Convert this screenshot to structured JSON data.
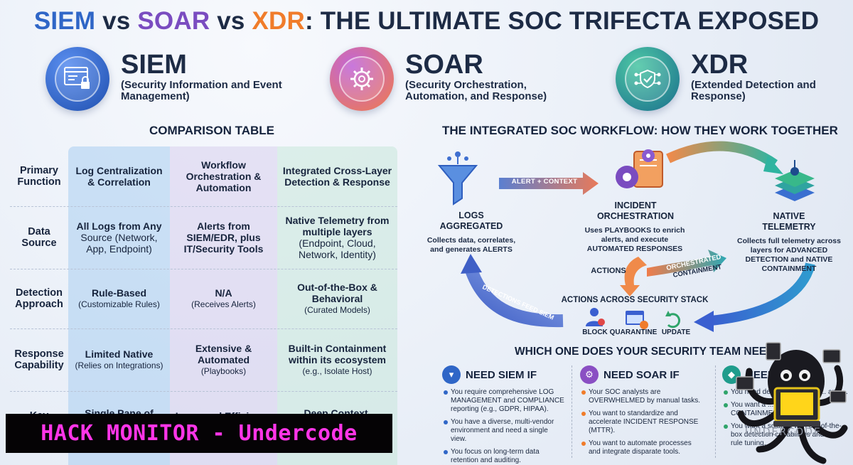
{
  "title": {
    "siem": "SIEM",
    "vs1": " vs ",
    "soar": "SOAR",
    "vs2": " vs ",
    "xdr": "XDR",
    "rest": ": THE ULTIMATE SOC TRIFECTA EXPOSED"
  },
  "tools": [
    {
      "name": "SIEM",
      "sub": "(Security Information and Event Management)",
      "icon": "monitor-lock-icon",
      "color": "#2f66c7"
    },
    {
      "name": "SOAR",
      "sub": "(Security Orchestration, Automation, and Response)",
      "icon": "gear-automation-icon",
      "color": "#8a4fc3"
    },
    {
      "name": "XDR",
      "sub": "(Extended Detection and Response)",
      "icon": "shield-network-icon",
      "color": "#1f9c8c"
    }
  ],
  "comparison": {
    "title": "COMPARISON TABLE",
    "rows": [
      {
        "label": "Primary Function",
        "siem": "Log Centralization & Correlation",
        "siem_note": "",
        "soar": "Workflow Orchestration & Automation",
        "soar_note": "",
        "xdr": "Integrated Cross-Layer Detection & Response",
        "xdr_note": ""
      },
      {
        "label": "Data Source",
        "siem": "All Logs from Any",
        "siem_note": "Source (Network, App, Endpoint)",
        "soar": "Alerts from SIEM/EDR, plus IT/Security Tools",
        "soar_note": "",
        "xdr": "Native Telemetry from multiple layers",
        "xdr_note": "(Endpoint, Cloud, Network, Identity)"
      },
      {
        "label": "Detection Approach",
        "siem": "Rule-Based",
        "siem_note": "(Customizable Rules)",
        "soar": "N/A",
        "soar_note": "(Receives Alerts)",
        "xdr": "Out-of-the-Box & Behavioral",
        "xdr_note": "(Curated Models)"
      },
      {
        "label": "Response Capability",
        "siem": "Limited Native",
        "siem_note": "(Relies on Integrations)",
        "soar": "Extensive & Automated",
        "soar_note": "(Playbooks)",
        "xdr": "Built-in Containment within its ecosystem",
        "xdr_note": "(e.g., Isolate Host)"
      },
      {
        "label": "Key",
        "siem": "Single Pane of",
        "siem_note": "",
        "soar": "Increased Efficiency",
        "soar_note": "",
        "xdr": "Deep Context,",
        "xdr_note": ""
      }
    ]
  },
  "workflow": {
    "title": "THE INTEGRATED SOC WORKFLOW: HOW THEY WORK TOGETHER",
    "logs_title": "LOGS AGGREGATED",
    "logs_desc": "Collects data, correlates, and generates ALERTS",
    "arrow_alert": "ALERT + CONTEXT",
    "orch_title": "INCIDENT ORCHESTRATION",
    "orch_desc": "Uses PLAYBOOKS to enrich alerts, and execute AUTOMATED RESPONSES",
    "native_title": "NATIVE TELEMETRY",
    "native_desc": "Collects full telemetry across layers for ADVANCED DETECTION and NATIVE CONTAINMENT",
    "actions": "ACTIONS",
    "orchestrated": "ORCHESTRATED",
    "containment": "CONTAINMENT",
    "feed": "DETECTIONS FEED SIEM",
    "stack_title": "ACTIONS ACROSS SECURITY STACK",
    "stack_items": [
      "BLOCK",
      "QUARANTINE",
      "UPDATE"
    ]
  },
  "which": {
    "title": "WHICH ONE DOES YOUR SECURITY TEAM NEED",
    "siem": {
      "label": "NEED SIEM IF",
      "items": [
        "You require comprehensive LOG MANAGEMENT and COMPLIANCE reporting (e.g., GDPR, HIPAA).",
        "You have a diverse, multi-vendor environment and need a single view.",
        "You focus on long-term data retention and auditing."
      ]
    },
    "soar": {
      "label": "NEED SOAR IF",
      "items": [
        "Your SOC analysts are OVERWHELMED by manual tasks.",
        "You want to standardize and accelerate INCIDENT RESPONSE (MTTR).",
        "You want to automate processes and integrate disparate tools."
      ]
    },
    "xdr": {
      "label": "NEED",
      "items": [
        "You need deep, across END... and ...",
        "You want a ... THREAT CONTAINMENT.",
        "You want a solution with out-of-the-box detection capabilities and less rule tuning."
      ]
    }
  },
  "banner": "HACK MONITOR - Undercode",
  "watermark": "UNDERCODE"
}
